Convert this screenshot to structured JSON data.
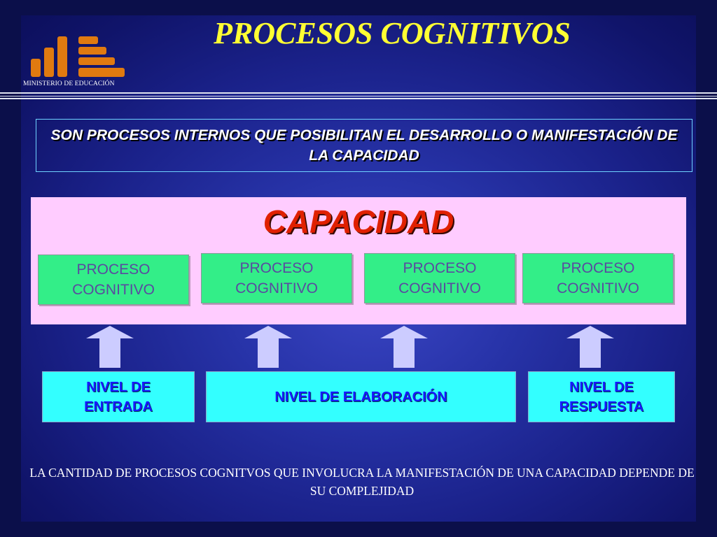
{
  "header": {
    "logo_label": "MINISTERIO DE EDUCACIÓN",
    "title": "PROCESOS COGNITIVOS"
  },
  "subtitle": "SON PROCESOS INTERNOS QUE POSIBILITAN EL DESARROLLO  O MANIFESTACIÓN DE LA CAPACIDAD",
  "capacity": {
    "title": "CAPACIDAD",
    "processes": [
      "PROCESO COGNITIVO",
      "PROCESO COGNITIVO",
      "PROCESO COGNITIVO",
      "PROCESO COGNITIVO"
    ]
  },
  "levels": {
    "entrada": "NIVEL DE ENTRADA",
    "elaboracion": "NIVEL DE ELABORACIÓN",
    "respuesta": "NIVEL DE RESPUESTA"
  },
  "footer": "LA CANTIDAD DE PROCESOS COGNITVOS QUE INVOLUCRA LA MANIFESTACIÓN DE UNA CAPACIDAD  DEPENDE  DE SU COMPLEJIDAD",
  "colors": {
    "background": "#1a2189",
    "title": "#ffff33",
    "capacity_panel": "#ffccff",
    "capacity_title": "#e02000",
    "process_box": "#33ee88",
    "level_box": "#33ffff",
    "level_text": "#1818ff",
    "logo": "#e07a10"
  },
  "icons": [
    "ministry-logo-icon",
    "up-arrow-icon"
  ]
}
